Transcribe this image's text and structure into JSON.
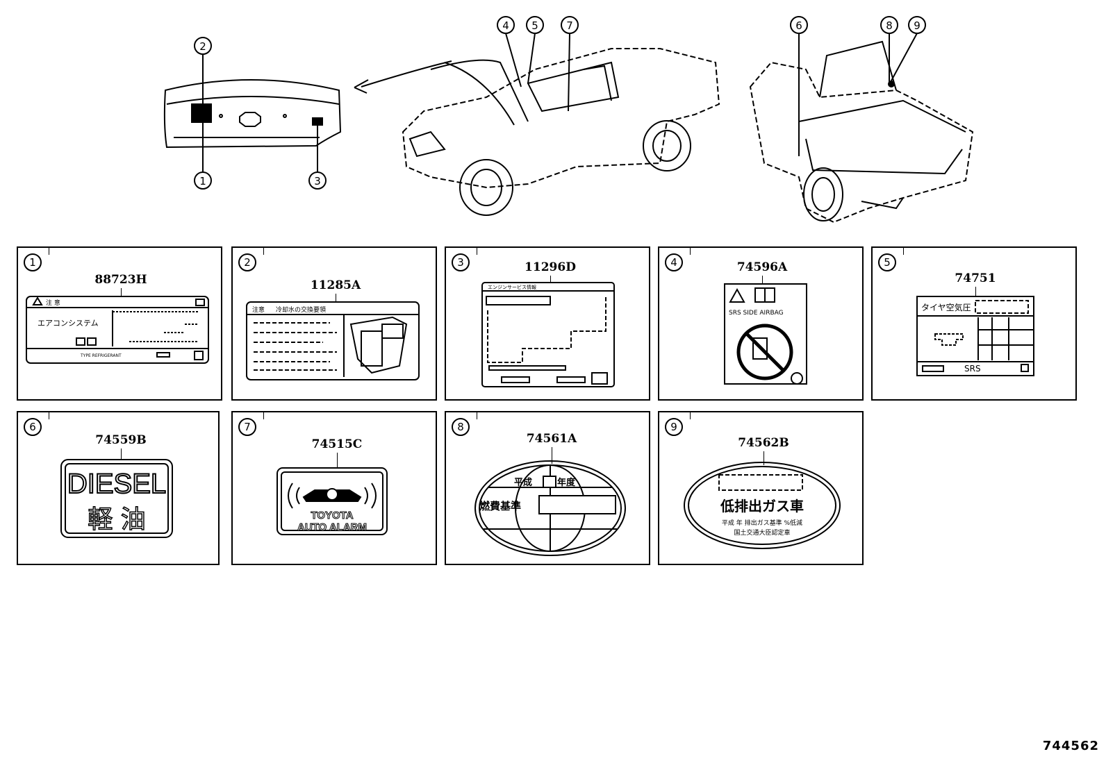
{
  "callouts": [
    "1",
    "2",
    "3",
    "4",
    "5",
    "6",
    "7",
    "8",
    "9"
  ],
  "panels": [
    {
      "index": "1",
      "part_number": "88723H",
      "texts": {
        "caution": "注 意",
        "system": "エアコンシステム",
        "small": "TYPE  REFRIGERANT"
      }
    },
    {
      "index": "2",
      "part_number": "11285A",
      "texts": {
        "caution": "注意",
        "title": "冷却水の交換要領"
      }
    },
    {
      "index": "3",
      "part_number": "11296D",
      "texts": {
        "title": "エンジンサービス情報"
      }
    },
    {
      "index": "4",
      "part_number": "74596A",
      "texts": {
        "srs": "SRS  SIDE  AIRBAG"
      }
    },
    {
      "index": "5",
      "part_number": "74751",
      "texts": {
        "tire": "タイヤ空気圧",
        "srs": "SRS"
      }
    },
    {
      "index": "6",
      "part_number": "74559B",
      "texts": {
        "line1": "DIESEL",
        "line2": "軽 油"
      }
    },
    {
      "index": "7",
      "part_number": "74515C",
      "texts": {
        "line1": "TOYOTA",
        "line2": "AUTO ALARM"
      }
    },
    {
      "index": "8",
      "part_number": "74561A",
      "texts": {
        "heisei": "平成",
        "nendo": "年度",
        "kijun": "燃費基準"
      }
    },
    {
      "index": "9",
      "part_number": "74562B",
      "texts": {
        "main": "低排出ガス車",
        "sub": "平成  年 排出ガス基準  %低減",
        "cert": "国土交通大臣認定車"
      }
    }
  ],
  "doc_id": "744562",
  "icons": [
    "warning-triangle-icon",
    "manual-book-icon",
    "no-child-seat-icon",
    "car-alarm-icon",
    "globe-icon"
  ]
}
